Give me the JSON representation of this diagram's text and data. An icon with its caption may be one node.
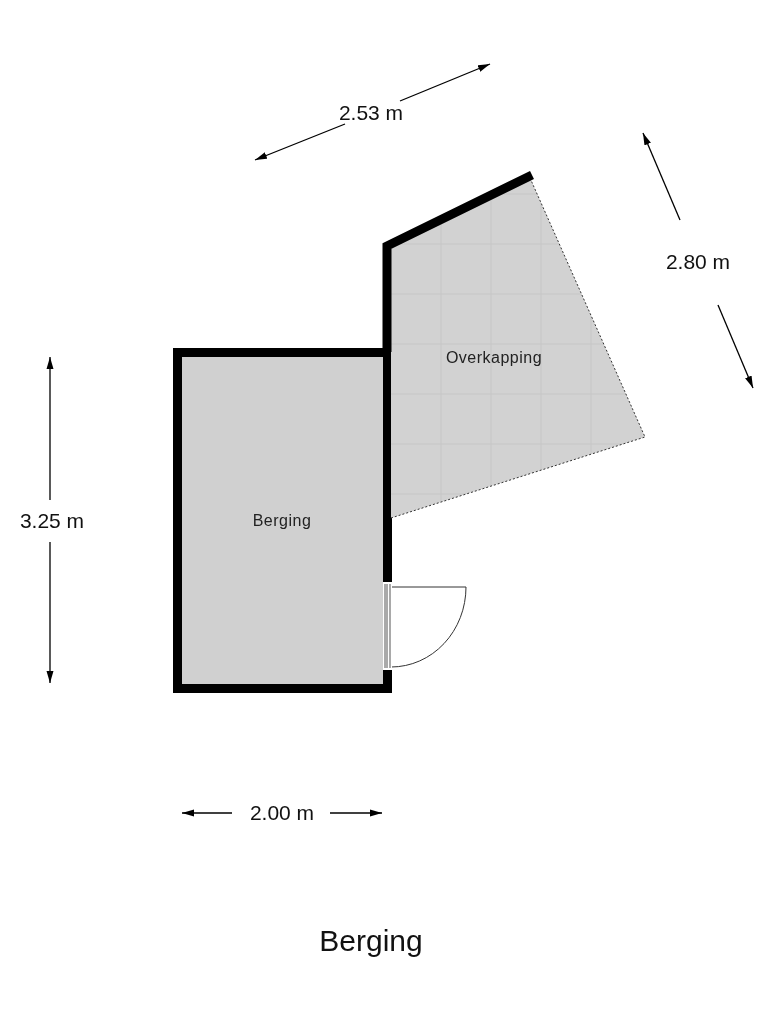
{
  "diagram": {
    "title": "Berging",
    "nodes": [
      {
        "text": [
          "Berging"
        ]
      },
      {
        "text": [
          "Overkapping"
        ]
      }
    ],
    "labels": [
      "2.53 m",
      "2.80 m",
      "3.25 m",
      "2.00 m"
    ]
  }
}
